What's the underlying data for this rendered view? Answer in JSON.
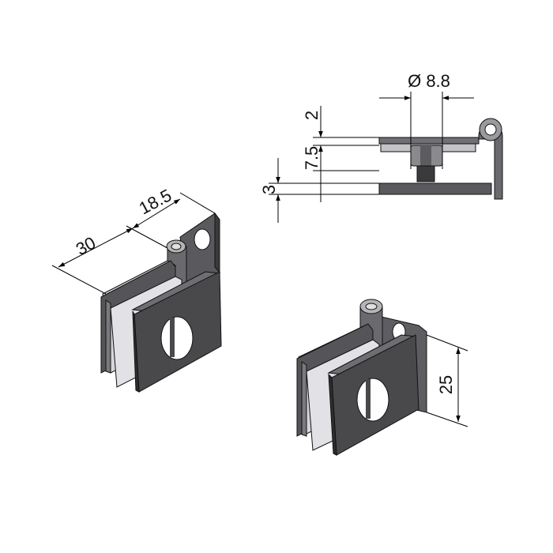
{
  "dimensions": {
    "length_30": "30",
    "width_18_5": "18.5",
    "diameter_8_8": "Ø 8.8",
    "thickness_2": "2",
    "gap_7_5": "7.5",
    "plate_3": "3",
    "height_25": "25"
  },
  "colors": {
    "metal_face": "#4a4a4c",
    "metal_dark": "#2e2e30",
    "metal_light": "#8a8a8e",
    "glass": "#d8d8dc",
    "glass_edge": "#b9b9bf",
    "line": "#000000"
  }
}
